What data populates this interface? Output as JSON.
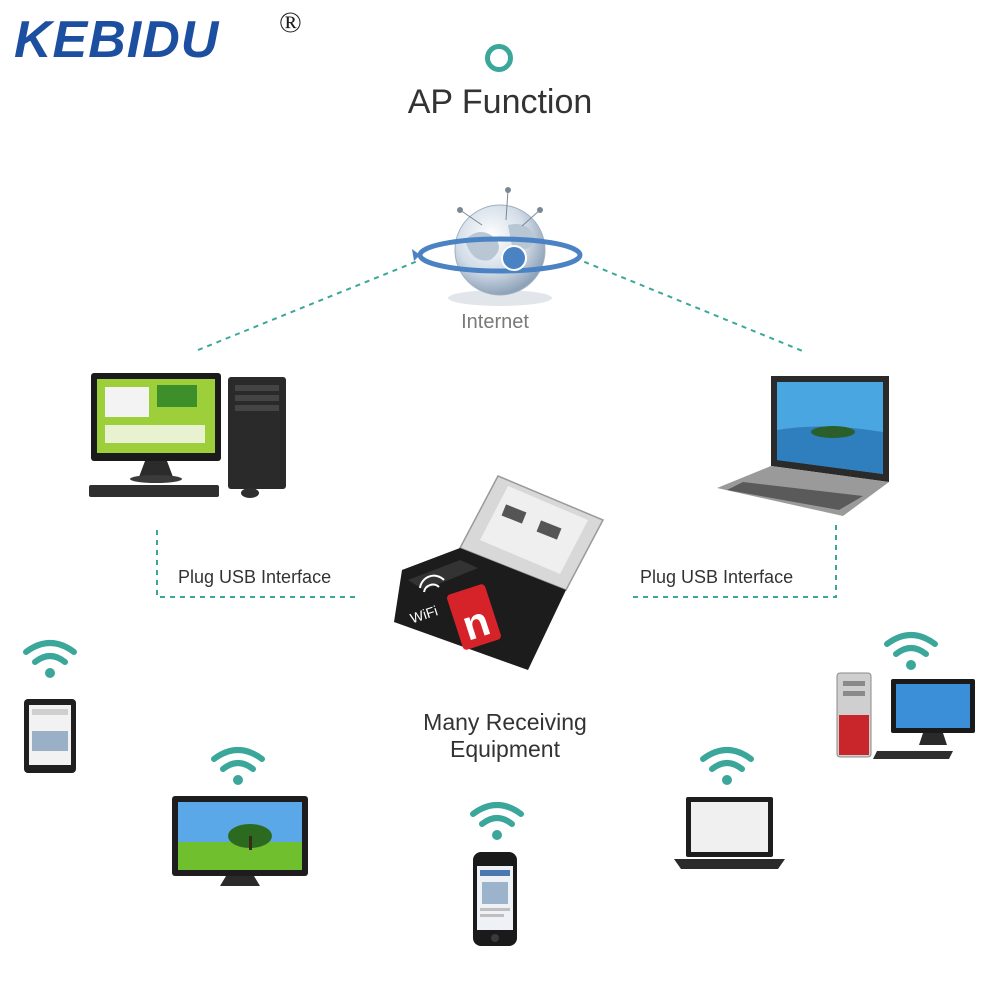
{
  "brand": {
    "name": "KEBIDU",
    "registered_mark": "®"
  },
  "header": {
    "title": "AP Function"
  },
  "diagram": {
    "internet_label": "Internet",
    "plug_left": "Plug USB Interface",
    "plug_right": "Plug USB Interface",
    "receivers_label_line1": "Many Receiving",
    "receivers_label_line2": "Equipment",
    "adapter_badge": "WiFi",
    "adapter_letter": "n"
  },
  "colors": {
    "accent_teal": "#3aa79a",
    "brand_blue": "#1d4fa0",
    "adapter_red": "#d6232a",
    "text_dark": "#333333"
  },
  "icons": [
    "globe-icon",
    "desktop-pc-icon",
    "laptop-icon",
    "usb-adapter-icon",
    "wifi-icon",
    "tablet-icon",
    "tv-icon",
    "phone-icon",
    "laptop-small-icon",
    "desktop-small-icon"
  ]
}
